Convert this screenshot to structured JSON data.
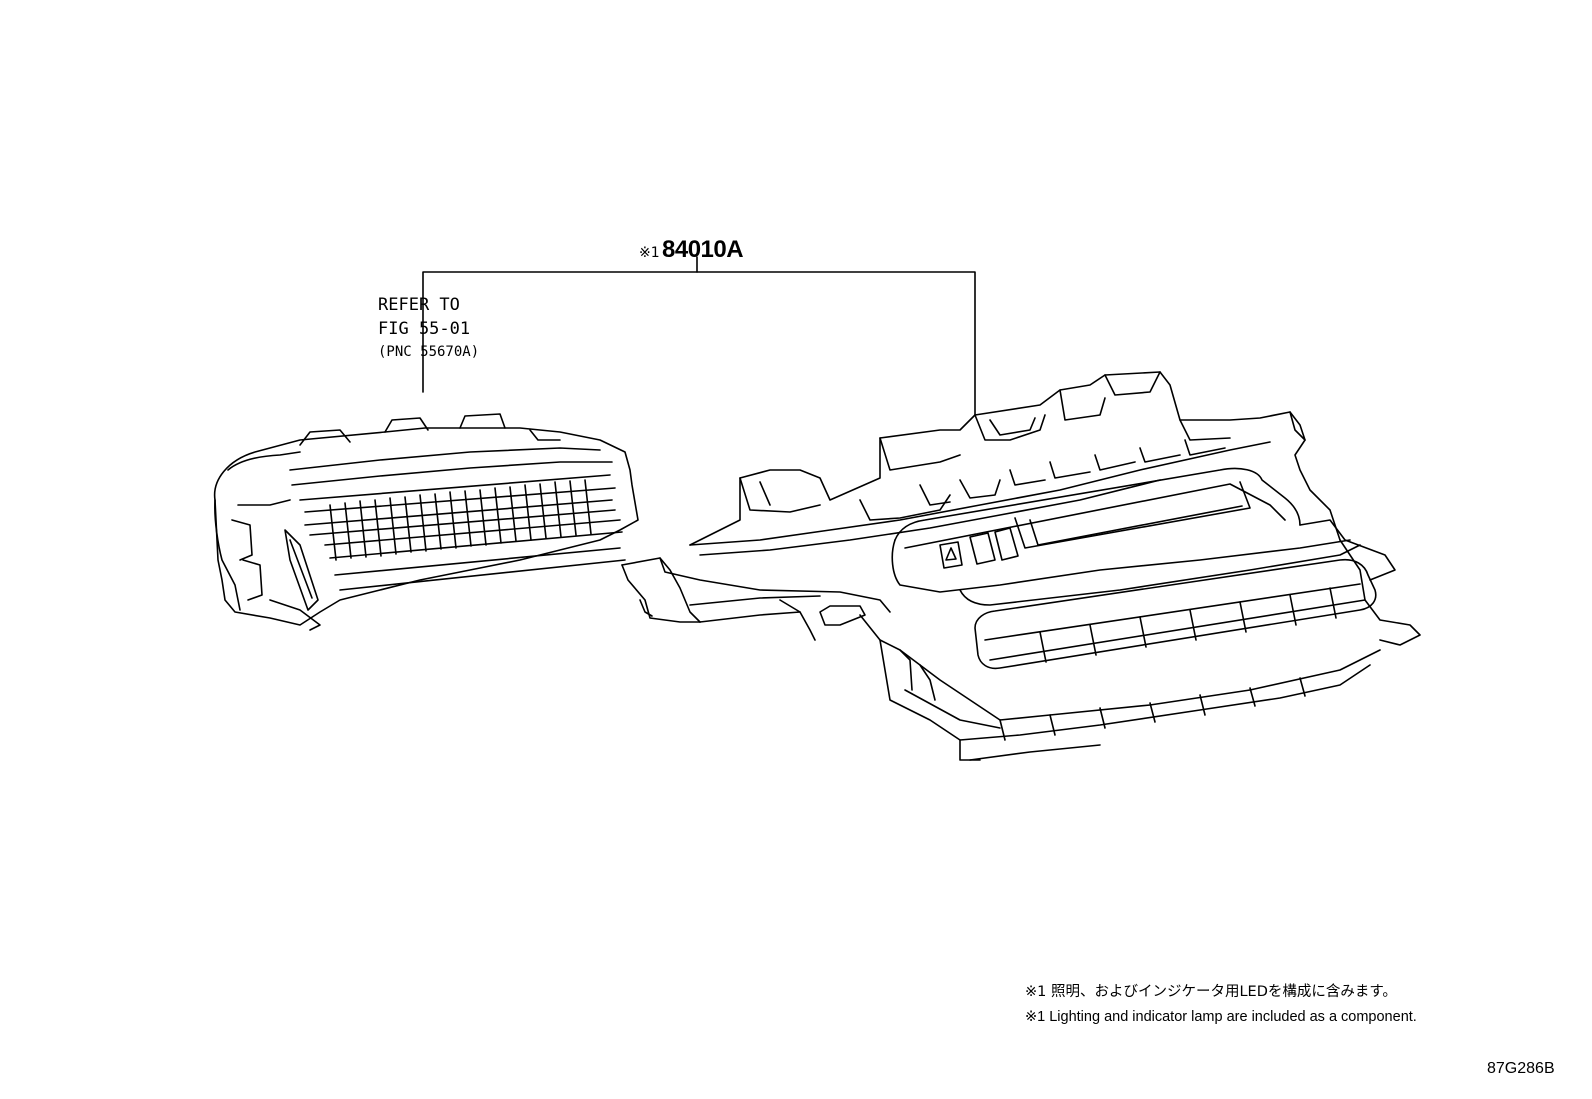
{
  "callout": {
    "mark": "※1",
    "part_number": "84010A"
  },
  "reference": {
    "line1": "REFER TO",
    "line2": "FIG 55-01",
    "line3": "(PNC 55670A)"
  },
  "notes": {
    "japanese": "※1 照明、およびインジケータ用LEDを構成に含みます。",
    "english": "※1 Lighting and indicator lamp are included as a component."
  },
  "illustration_code": "87G286B"
}
